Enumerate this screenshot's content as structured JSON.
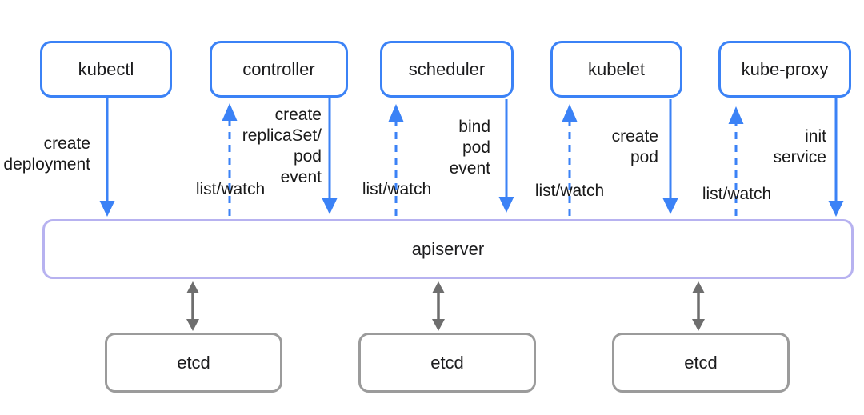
{
  "diagram": {
    "kind": "kubernetes-architecture-flow",
    "colors": {
      "component_border": "#3b82f6",
      "apiserver_border": "#b7b2f0",
      "etcd_border": "#9b9b9b",
      "action_arrow": "#3b82f6",
      "watch_arrow": "#3b82f6",
      "etcd_sync_arrow": "#6e6e6e",
      "text": "#1a1a1a",
      "background": "#ffffff"
    },
    "nodes": {
      "kubectl": {
        "label": "kubectl"
      },
      "controller": {
        "label": "controller"
      },
      "scheduler": {
        "label": "scheduler"
      },
      "kubelet": {
        "label": "kubelet"
      },
      "kube_proxy": {
        "label": "kube-proxy"
      },
      "apiserver": {
        "label": "apiserver"
      },
      "etcd_1": {
        "label": "etcd"
      },
      "etcd_2": {
        "label": "etcd"
      },
      "etcd_3": {
        "label": "etcd"
      }
    },
    "edges": {
      "kubectl_to_apiserver": {
        "style": "solid-down",
        "action_lines": [
          "create",
          "deployment"
        ]
      },
      "controller_to_apiserver": {
        "style": "solid-down",
        "action_lines": [
          "create",
          "replicaSet/",
          "pod",
          "event"
        ],
        "watch_label": "list/watch"
      },
      "scheduler_to_apiserver": {
        "style": "solid-down",
        "action_lines": [
          "bind",
          "pod",
          "event"
        ],
        "watch_label": "list/watch"
      },
      "kubelet_to_apiserver": {
        "style": "solid-down",
        "action_lines": [
          "create",
          "pod"
        ],
        "watch_label": "list/watch"
      },
      "kube_proxy_to_apiserver": {
        "style": "solid-down",
        "action_lines": [
          "init",
          "service"
        ],
        "watch_label": "list/watch"
      },
      "apiserver_etcd_sync": {
        "style": "gray-bidirectional",
        "count": 3
      }
    }
  }
}
